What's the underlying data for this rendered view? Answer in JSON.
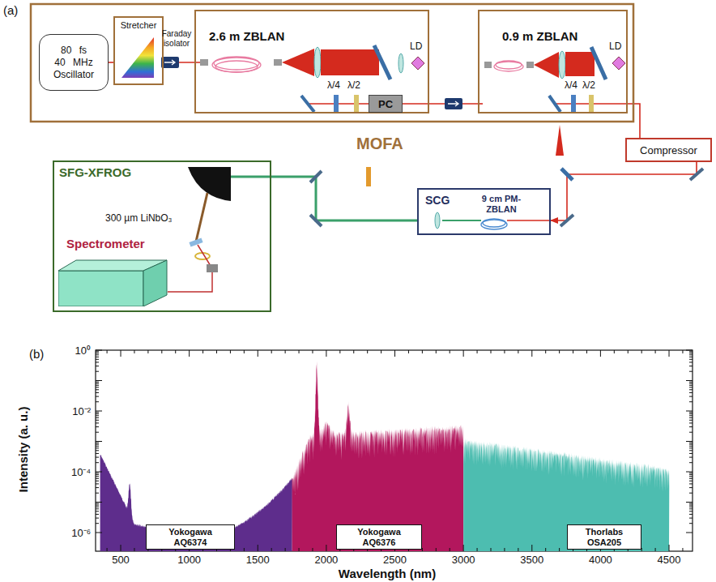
{
  "diagram": {
    "nodes": [
      {
        "text": [
          "80 fs 40 MHz Oscillator"
        ]
      },
      {
        "text": [
          "Stretcher"
        ]
      },
      {
        "text": [
          "2.6 m ZBLAN"
        ]
      },
      {
        "text": [
          "PC"
        ],
        "in": 2
      },
      {
        "text": [
          "0.9 m ZBLAN"
        ]
      },
      {
        "text": [
          "Compressor"
        ]
      },
      {
        "text": [
          "SCG",
          "9 cm PM-ZBLAN"
        ]
      },
      {
        "text": [
          "SFG-XFROG"
        ]
      },
      {
        "text": [
          "Spectrometer"
        ],
        "in": 7
      },
      {
        "text": [
          "Yokogawa AQ6374"
        ]
      },
      {
        "text": [
          "Yokogawa AQ6376"
        ]
      },
      {
        "text": [
          "Thorlabs OSA205"
        ]
      }
    ],
    "edges": [
      {
        "from": 0,
        "to": 1,
        "arrow": "none"
      },
      {
        "from": 1,
        "to": 2,
        "arrow": "none"
      },
      {
        "from": 2,
        "to": 4,
        "arrow": "none"
      },
      {
        "from": 4,
        "to": 5,
        "arrow": "none"
      },
      {
        "from": 5,
        "to": 6,
        "arrow": "to"
      },
      {
        "from": 6,
        "to": 7,
        "arrow": "none"
      }
    ],
    "labels": [
      "(a)",
      "Faraday isolator",
      "λ/4",
      "λ/2",
      "LD",
      "λ/4",
      "λ/2",
      "LD",
      "MOFA",
      "300 µm LiNbO₃",
      "(b)",
      "10⁰",
      "10⁻²",
      "10⁻⁴",
      "10⁻⁶",
      "500",
      "1000",
      "1500",
      "2000",
      "2500",
      "3000",
      "3500",
      "4000",
      "4500",
      "Intensity (a. u.)",
      "Wavelength (nm)"
    ]
  }
}
